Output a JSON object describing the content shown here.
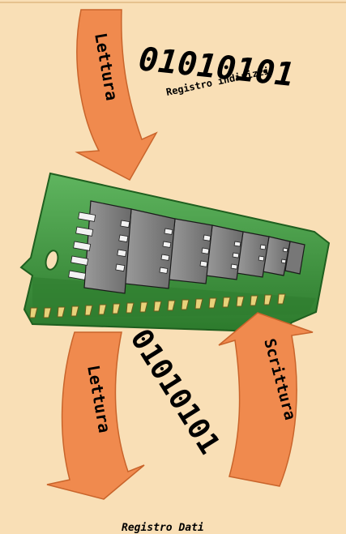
{
  "colors": {
    "background": "#f9dfb6",
    "arrow": "#f08a4e",
    "arrow_stroke": "#c9642b",
    "pcb": "#3f9a3f",
    "pcb_dark": "#1f5f1f",
    "chip": "#808080",
    "pins": "#e8d27a"
  },
  "top": {
    "arrow_label": "Lettura",
    "bits": "01010101",
    "register_label": "Registro indirizzi"
  },
  "bottom": {
    "read_arrow_label": "Lettura",
    "write_arrow_label": "Scrittura",
    "bits": "01010101",
    "register_label": "Registro Dati"
  },
  "icons": {
    "memory_module": "ram-module-icon",
    "read_arrow": "curved-arrow-down-icon",
    "write_arrow": "curved-arrow-up-icon"
  }
}
